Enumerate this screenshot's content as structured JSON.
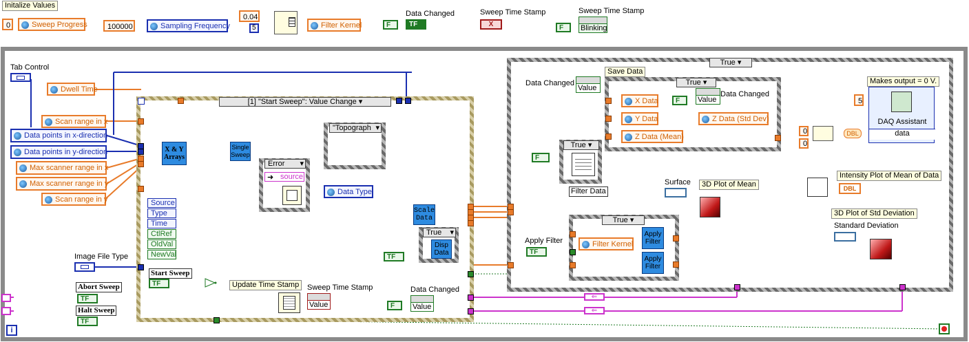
{
  "top": {
    "init_label": "Initalize Values",
    "zero_const": "0",
    "sweep_progress": "Sweep Progress",
    "sampling_const": "100000",
    "sampling_frequency": "Sampling Frequency",
    "kernel_const_a": "0.04",
    "kernel_const_b": "5",
    "filter_kernel": "Filter Kernel",
    "data_changed": "Data Changed",
    "tf": "TF",
    "f_letter": "F",
    "sweep_ts_1": "Sweep Time Stamp",
    "x_letter": "X",
    "sweep_ts_2": "Sweep Time Stamp",
    "blinking": "Blinking"
  },
  "left": {
    "tab_control": "Tab Control",
    "dwell_time": "Dwell Time",
    "scan_range_x": "Scan range in x",
    "data_points_x": "Data points in x-direction",
    "data_points_y": "Data points in y-direction",
    "max_range_x": "Max scanner range in x",
    "max_range_y": "Max scanner range in y",
    "scan_range_y": "Scan range in y",
    "image_file_type": "Image File Type",
    "abort_sweep": "Abort Sweep",
    "halt_sweep": "Halt Sweep",
    "info": "i"
  },
  "event": {
    "selector": "[1] \"Start Sweep\": Value Change",
    "xy_arrays": "X & Y Arrays",
    "single_sweep": "Single Sweep",
    "error": "Error",
    "source": "source",
    "topograph": "\"Topograph",
    "data_type": "Data Type",
    "scale_data": "Scale Data",
    "true_label": "True",
    "disp_data": "Disp Data",
    "rows": [
      "Source",
      "Type",
      "Time",
      "CtlRef",
      "OldVal",
      "NewVal"
    ],
    "start_sweep": "Start Sweep",
    "update_ts": "Update Time Stamp",
    "sweep_ts": "Sweep Time Stamp",
    "value": "Value",
    "data_changed": "Data Changed"
  },
  "right": {
    "true_top": "True",
    "data_changed": "Data Changed",
    "value": "Value",
    "save_data": "Save Data",
    "true_save": "True",
    "data_changed_2": "Data Changed",
    "x_data": "X Data",
    "y_data": "Y Data",
    "z_mean": "Z Data (Mean)",
    "z_std": "Z Data (Std Dev)",
    "true_filter": "True",
    "filter_data": "Filter Data",
    "makes_output": "Makes output = 0 V.",
    "five": "5",
    "daq_assistant": "DAQ Assistant",
    "daq_data": "data",
    "zero_a": "0",
    "zero_b": "0",
    "dbl": "DBL",
    "surface": "Surface",
    "plot3d_mean": "3D Plot of Mean",
    "intensity_plot": "Intensity Plot of Mean of Data",
    "plot3d_std": "3D Plot of Std Deviation",
    "standard_deviation": "Standard Deviation",
    "apply_filter_label": "Apply Filter",
    "true_apply": "True",
    "filter_kernel": "Filter Kernel",
    "apply_filter_1": "Apply Filter",
    "apply_filter_2": "Apply Filter"
  }
}
